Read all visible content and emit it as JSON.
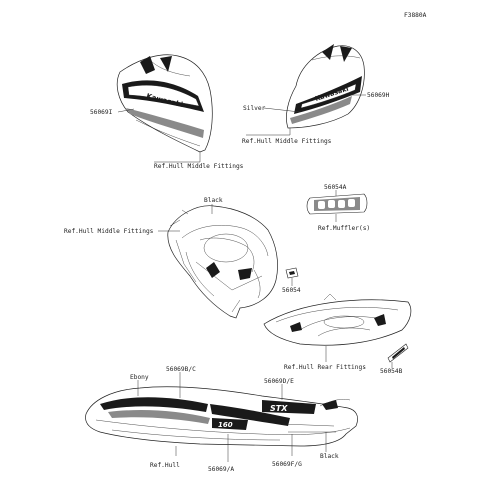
{
  "figure_code": "F3880A",
  "labels": {
    "p56069I": "56069I",
    "p56069H": "56069H",
    "silver": "Silver",
    "ref_hull_middle_1": "Ref.Hull Middle Fittings",
    "ref_hull_middle_2": "Ref.Hull Middle Fittings",
    "ref_hull_middle_3": "Ref.Hull Middle Fittings",
    "black_top": "Black",
    "p56054A": "56054A",
    "ref_muffler": "Ref.Muffler(s)",
    "p56054": "56054",
    "ref_hull_rear": "Ref.Hull Rear Fittings",
    "p56054B": "56054B",
    "ebony": "Ebony",
    "p56069BC": "56069B/C",
    "p56069DE": "56069D/E",
    "ref_hull": "Ref.Hull",
    "p56069A": "56069/A",
    "p56069FG": "56069F/G",
    "black_bottom": "Black"
  },
  "decal_text": {
    "left_panel": "Kawasaki",
    "right_panel": "Kawasaki",
    "hull_big": "STX",
    "hull_small": "160"
  },
  "colors": {
    "line": "#222222",
    "decal_dark": "#1a1a1a",
    "decal_grey": "#8a8a8a",
    "hull_fill": "#ffffff"
  }
}
